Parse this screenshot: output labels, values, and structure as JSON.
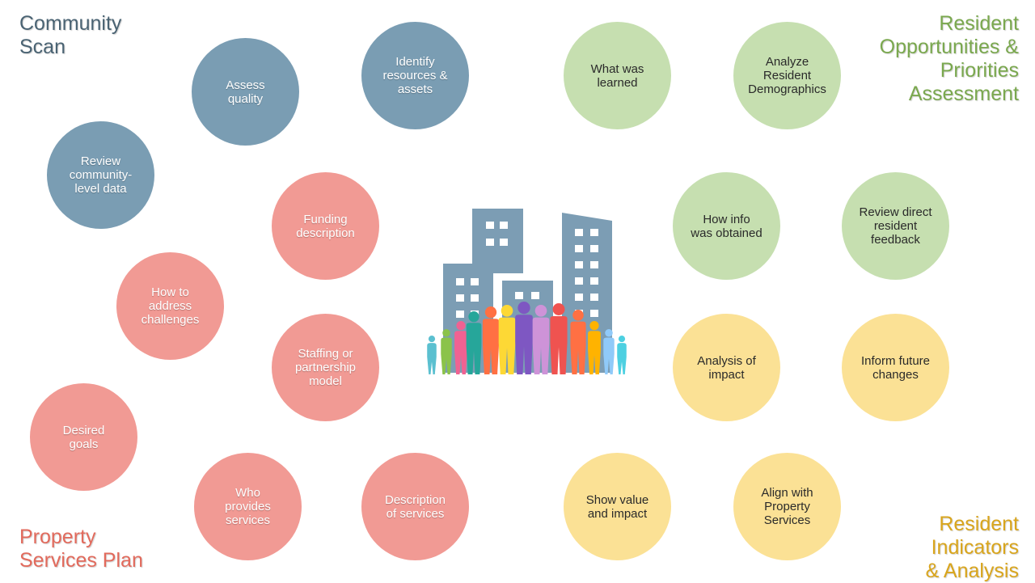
{
  "colors": {
    "blue_circle": "#7a9db3",
    "pink_circle": "#f19a94",
    "green_circle": "#c6dfb0",
    "yellow_circle": "#fbe195",
    "community_scan_text": "#4a6373",
    "resident_opportunities_text": "#7aa84e",
    "property_services_text": "#e26a5c",
    "resident_indicators_text": "#d9a51c",
    "building": "#7c9db4"
  },
  "corners": {
    "community_scan": "Community\nScan",
    "resident_opportunities": "Resident\nOpportunities &\nPriorities\nAssessment",
    "property_services_plan": "Property\nServices Plan",
    "resident_indicators": "Resident\nIndicators\n& Analysis"
  },
  "community_scan": {
    "review_data": "Review\ncommunity-\nlevel data",
    "assess_quality": "Assess\nquality",
    "identify_resources": "Identify\nresources &\nassets"
  },
  "property_services": {
    "funding": "Funding\ndescription",
    "challenges": "How to\naddress\nchallenges",
    "staffing": "Staffing or\npartnership\nmodel",
    "goals": "Desired\ngoals",
    "who_provides": "Who\nprovides\nservices",
    "description_services": "Description\nof services"
  },
  "resident_opportunities": {
    "what_learned": "What was\nlearned",
    "demographics": "Analyze\nResident\nDemographics",
    "how_obtained": "How info\nwas obtained",
    "feedback": "Review direct\nresident\nfeedback"
  },
  "resident_indicators": {
    "analysis_impact": "Analysis of\nimpact",
    "inform_changes": "Inform future\nchanges",
    "show_value": "Show value\nand impact",
    "align_services": "Align with\nProperty\nServices"
  },
  "illustration": {
    "icon": "city-buildings-with-people-icon",
    "people_colors": [
      "#5bc0d0",
      "#8bc34a",
      "#f06292",
      "#26a69a",
      "#ff7043",
      "#fdd835",
      "#7e57c2",
      "#ce93d8",
      "#ef5350",
      "#ff7043",
      "#ffb300",
      "#90caf9",
      "#4dd0e1"
    ]
  }
}
